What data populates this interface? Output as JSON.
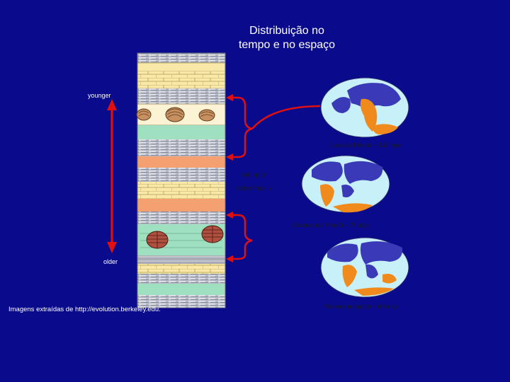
{
  "title_line1": "Distribuição no",
  "title_line2": "tempo e no espaço",
  "credit": "Imagens extraídas de http://evolution.berkeley.edu.",
  "labels": {
    "younger": "younger",
    "older": "older",
    "dating1": "dating of",
    "dating2": "index fossils",
    "map1": "Jurassic Period ~ 150 mya",
    "map2": "Cretaceous Period ~ 75 mya",
    "map3": "Paleocene epoch ~ 60 mya"
  },
  "colors": {
    "background": "#0a0a8c",
    "arrow": "#e01010",
    "ocean": "#c8f0f8",
    "land_blue": "#3a3ab8",
    "land_orange": "#f08a1c"
  }
}
